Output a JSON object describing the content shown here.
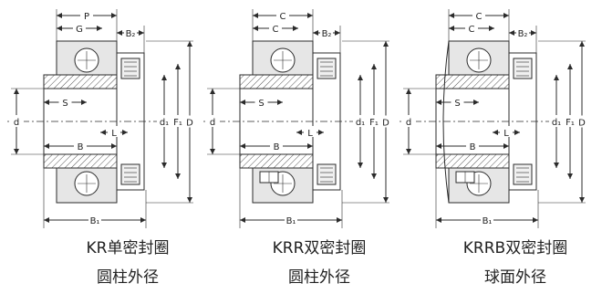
{
  "figures": [
    {
      "dim_labels": {
        "top1": "P",
        "top2": "G",
        "right_top": "B₂",
        "s": "S",
        "b": "B",
        "l": "L",
        "d": "d",
        "d1": "d₁",
        "f1": "F₁",
        "D": "D",
        "b1": "B₁"
      },
      "caption": [
        "KR单密封圈",
        "圆柱外径"
      ]
    },
    {
      "dim_labels": {
        "top1": "C",
        "top2": "C",
        "right_top": "B₂",
        "s": "S",
        "b": "B",
        "l": "L",
        "d": "d",
        "d1": "d₁",
        "f1": "F₁",
        "D": "D",
        "b1": "B₁"
      },
      "caption": [
        "KRR双密封圈",
        "圆柱外径"
      ]
    },
    {
      "dim_labels": {
        "top1": "C",
        "top2": "C",
        "right_top": "B₂",
        "s": "S",
        "b": "B",
        "l": "L",
        "d": "d",
        "d1": "d₁",
        "f1": "F₁",
        "D": "D",
        "b1": "B₁"
      },
      "caption": [
        "KRRB双密封圈",
        "球面外径"
      ]
    }
  ],
  "colors": {
    "line": "#2b2b2b",
    "hatch": "#555555",
    "ring": "#e6e6e6",
    "text": "#222222"
  }
}
